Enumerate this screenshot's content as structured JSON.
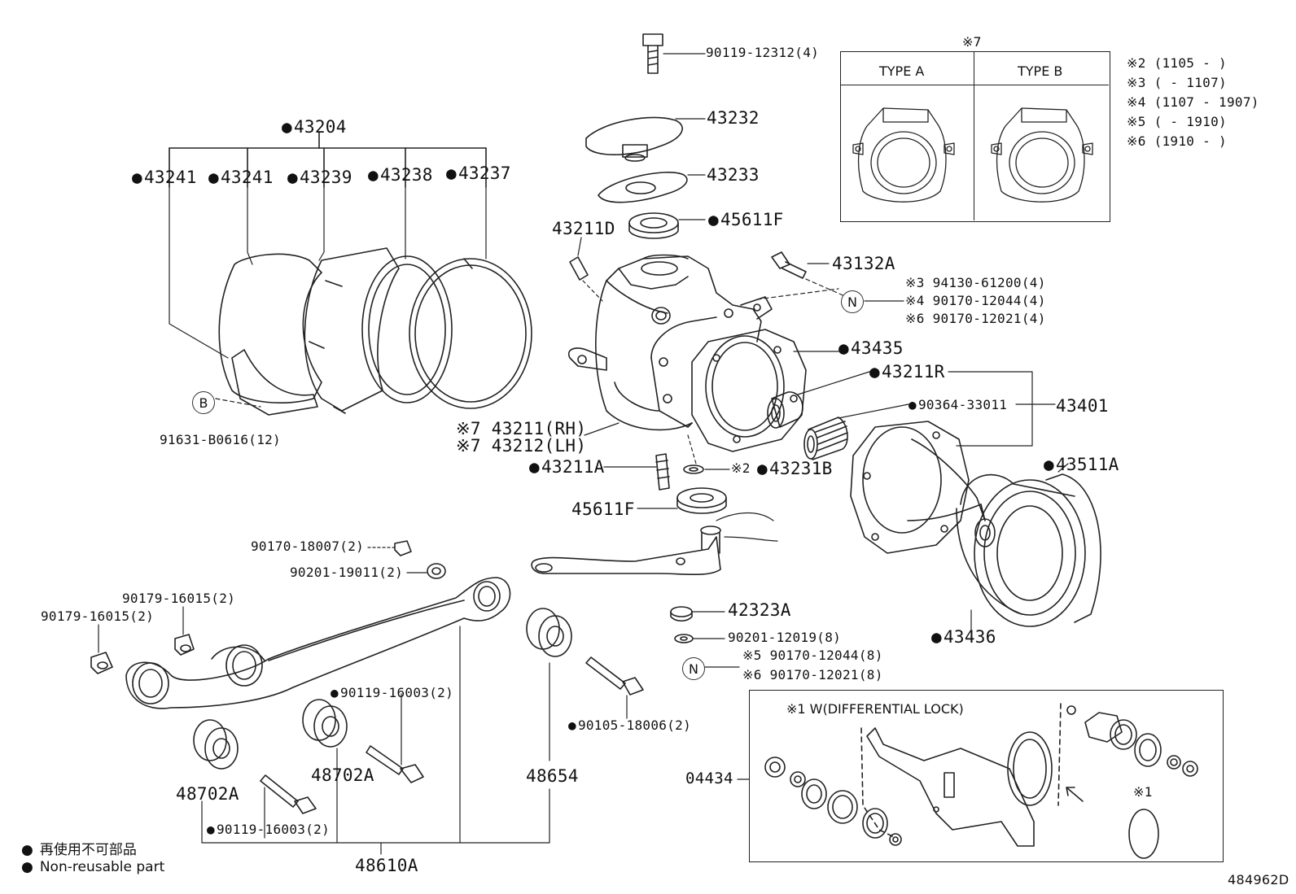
{
  "diagram_code": "484962D",
  "legend": {
    "jp": "再使用不可部品",
    "en": "Non-reusable part"
  },
  "inset_type": {
    "marker": "※7",
    "type_a": "TYPE A",
    "type_b": "TYPE B"
  },
  "date_notes": [
    "※2 (1105 -      )",
    "※3 (      - 1107)",
    "※4 (1107 - 1907)",
    "※5 (      - 1910)",
    "※6 (1910 -      )"
  ],
  "inset_diff": {
    "title": "※1 W(DIFFERENTIAL LOCK)",
    "note_marker": "※1",
    "part": "04434"
  },
  "refs": {
    "b": "B",
    "n1": "N",
    "n2": "N"
  },
  "parts": {
    "p90119_12312": "90119-12312(4)",
    "p43232": "43232",
    "p43233": "43233",
    "p45611f_top": "45611F",
    "p43211d": "43211D",
    "p43132a": "43132A",
    "n1_l1": "※3 94130-61200(4)",
    "n1_l2": "※4 90170-12044(4)",
    "n1_l3": "※6 90170-12021(4)",
    "p43435": "43435",
    "p43211r": "43211R",
    "p90364_33011": "90364-33011",
    "p43401": "43401",
    "p43204": "43204",
    "p43241a": "43241",
    "p43241b": "43241",
    "p43239": "43239",
    "p43238": "43238",
    "p43237": "43237",
    "p91631": "91631-B0616(12)",
    "p43211rh": "※7 43211(RH)",
    "p43212lh": "※7 43212(LH)",
    "p43211a": "43211A",
    "p43231b_pre": "※2",
    "p43231b": "43231B",
    "p45611f_bot": "45611F",
    "p43511a": "43511A",
    "p43436": "43436",
    "p90170_18007": "90170-18007(2)",
    "p90201_19011": "90201-19011(2)",
    "p90179_a": "90179-16015(2)",
    "p90179_b": "90179-16015(2)",
    "p42323a": "42323A",
    "p90201_12019": "90201-12019(8)",
    "n2_l1": "※5  90170-12044(8)",
    "n2_l2": "※6  90170-12021(8)",
    "p90119_16003_a": "90119-16003(2)",
    "p90105_18006": "90105-18006(2)",
    "p48702a_a": "48702A",
    "p48702a_b": "48702A",
    "p48654": "48654",
    "p90119_16003_b": "90119-16003(2)",
    "p48610a": "48610A"
  }
}
